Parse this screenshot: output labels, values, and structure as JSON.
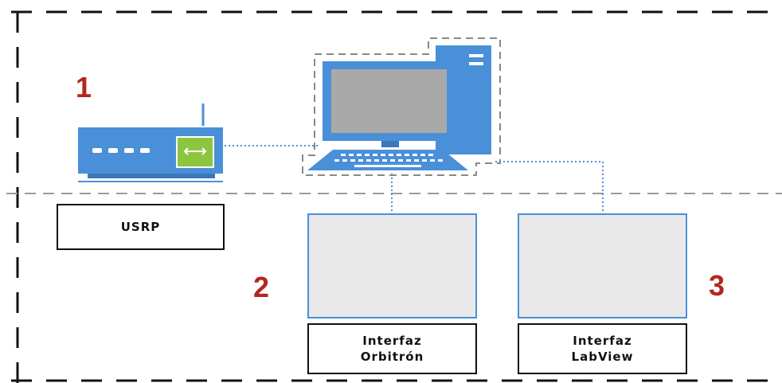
{
  "numbers": {
    "usrp": "1",
    "orbitron": "2",
    "labview": "3"
  },
  "labels": {
    "usrp": "USRP",
    "orbitron_line1": "Interfaz",
    "orbitron_line2": "Orbitrón",
    "labview_line1": "Interfaz",
    "labview_line2": "LabView"
  },
  "colors": {
    "number_red": "#b3261e",
    "device_blue": "#4a90d9",
    "screen_gray": "#a9a9a9",
    "panel_gray": "#e9e9e9",
    "led_green": "#8cc63f"
  },
  "icons": [
    "router-icon",
    "computer-icon"
  ]
}
